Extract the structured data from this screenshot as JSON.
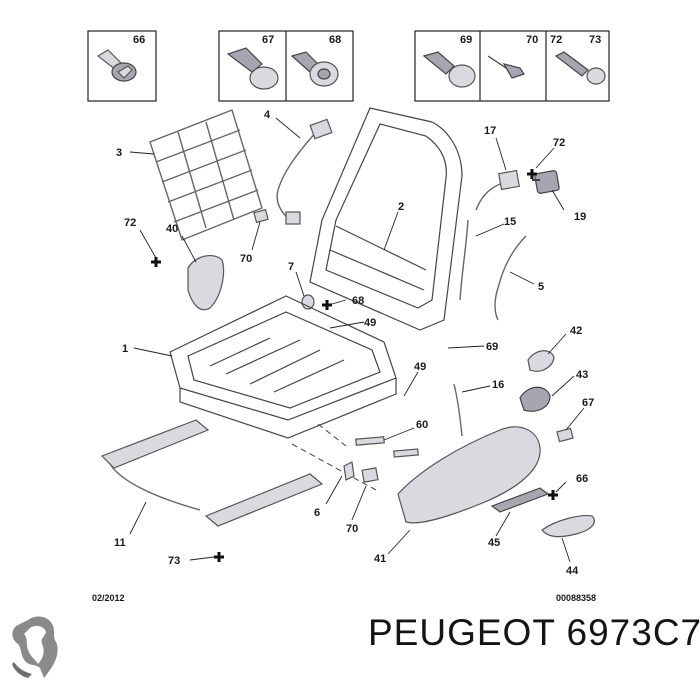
{
  "hardware_boxes": [
    {
      "numbers": [
        "66"
      ]
    },
    {
      "numbers": [
        "67",
        "68"
      ]
    },
    {
      "numbers": [
        "69",
        "70",
        "72",
        "73"
      ]
    }
  ],
  "callouts": [
    "66",
    "67",
    "68",
    "69",
    "70",
    "72",
    "73",
    "3",
    "4",
    "72",
    "40",
    "70",
    "2",
    "17",
    "72",
    "15",
    "19",
    "5",
    "7",
    "68",
    "49",
    "1",
    "69",
    "42",
    "49",
    "16",
    "43",
    "67",
    "60",
    "66",
    "6",
    "70",
    "11",
    "41",
    "45",
    "44",
    "73"
  ],
  "footer": {
    "date_code": "02/2012",
    "diagram_ref": "00088358"
  },
  "brand": {
    "name": "PEUGEOT",
    "part_number": "6973C7",
    "logo": "peugeot-lion-logo"
  },
  "colors": {
    "part_fill": "#d9d9e0",
    "part_dark": "#a6a6b0",
    "line": "#444444",
    "text": "#1a1a1a"
  }
}
